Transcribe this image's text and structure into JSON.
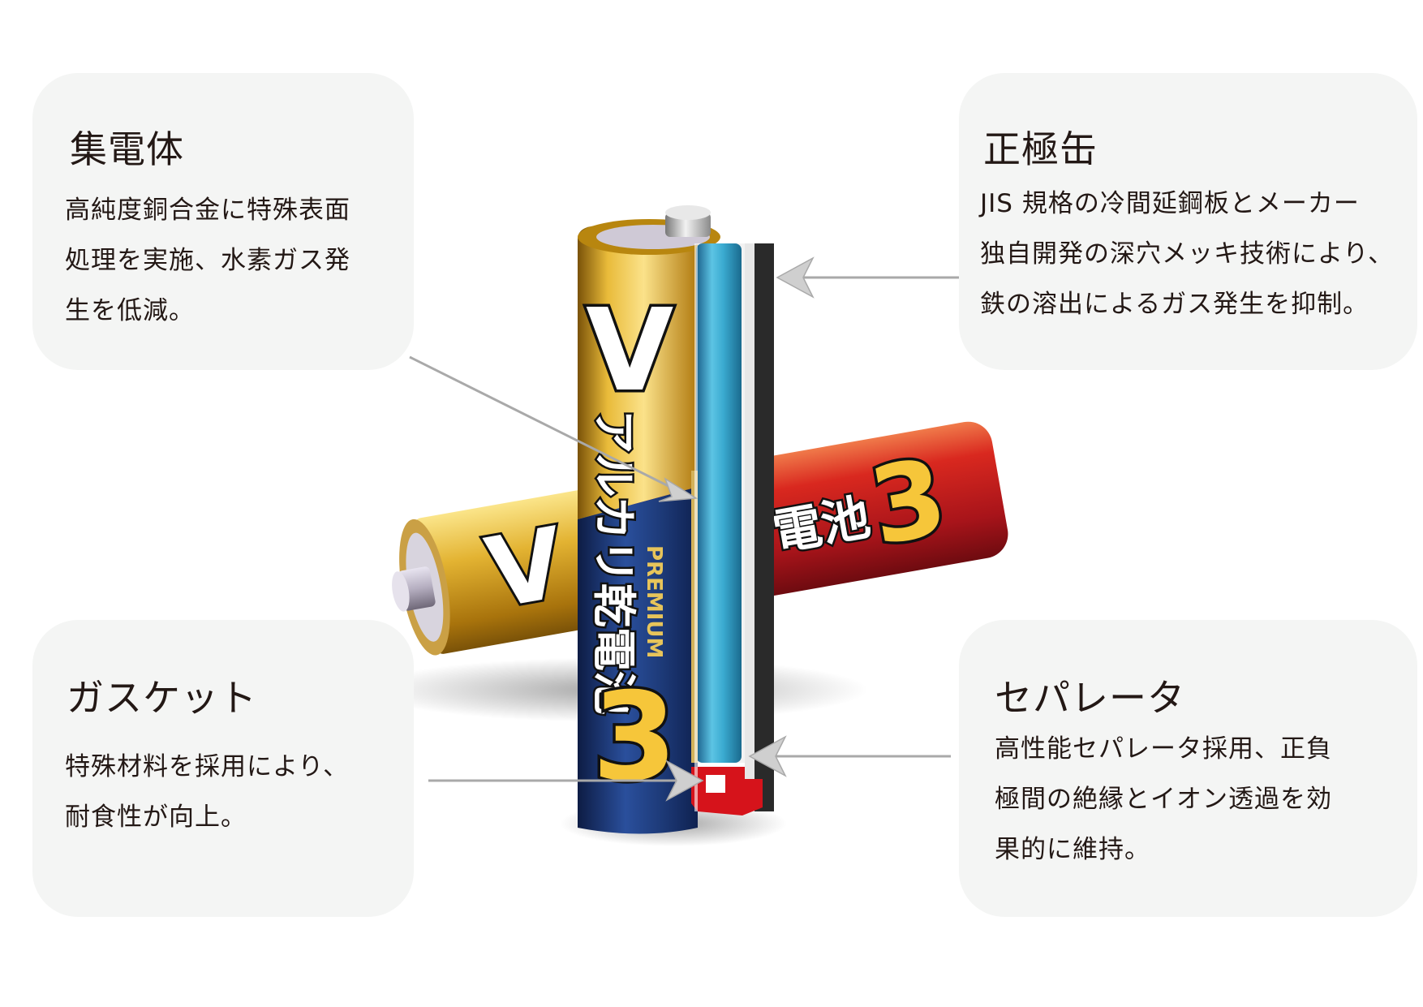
{
  "callouts": {
    "current_collector": {
      "title": "集電体",
      "lines": [
        "高純度銅合金に特殊表面",
        "処理を実施、水素ガス発",
        "生を低減。"
      ]
    },
    "positive_can": {
      "title": "正極缶",
      "lines": [
        "JIS 規格の冷間延鋼板とメーカー",
        "独自開発の深穴メッキ技術により、",
        "鉄の溶出によるガス発生を抑制。"
      ]
    },
    "gasket": {
      "title": "ガスケット",
      "lines": [
        "特殊材料を採用により、",
        "耐食性が向上。"
      ]
    },
    "separator": {
      "title": "セパレータ",
      "lines": [
        "高性能セパレータ採用、正負",
        "極間の絶縁とイオン透過を効",
        "果的に維持。"
      ]
    }
  },
  "battery": {
    "front_logo": "V",
    "front_label": "アルカリ乾電池",
    "front_premium": "PREMIUM",
    "front_number": "3",
    "back_logo": "V",
    "back_label": "電池",
    "back_number": "3"
  },
  "colors": {
    "card_background": "#f4f5f4",
    "gold": "#d9a21f",
    "navy": "#1d3a78",
    "red": "#c81e1e",
    "separator_blue": "#38a9d0",
    "leader_line": "#a9a9a9"
  }
}
